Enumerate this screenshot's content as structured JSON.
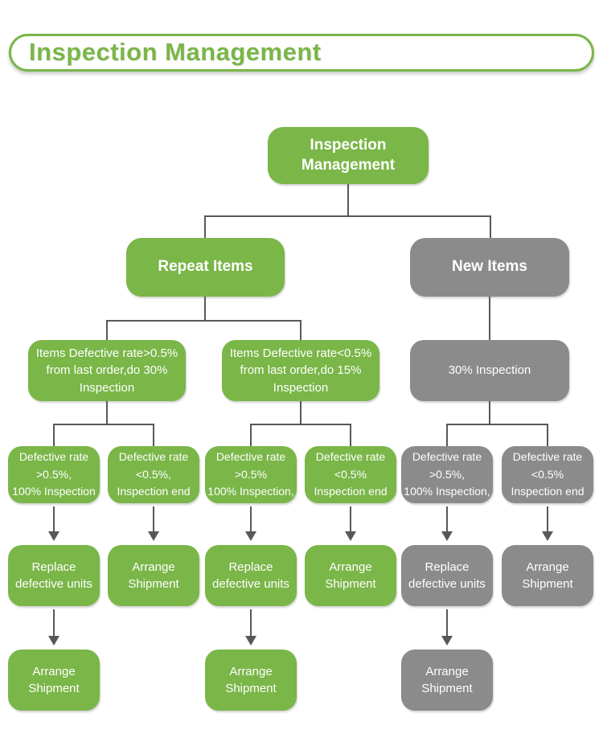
{
  "header": {
    "title": "Inspection Management"
  },
  "colors": {
    "green": "#7ab648",
    "gray": "#8b8b8b",
    "line": "#58585a",
    "nodetext": "#ffffff"
  },
  "nodes": {
    "root": {
      "label": "Inspection\nManagement",
      "variant": "green"
    },
    "l2": [
      {
        "label": "Repeat Items",
        "variant": "green"
      },
      {
        "label": "New Items",
        "variant": "gray"
      }
    ],
    "l3": [
      {
        "label": "Items Defective rate>0.5%\nfrom last order,do 30%\nInspection",
        "variant": "green"
      },
      {
        "label": "Items Defective rate<0.5%\nfrom last order,do 15%\nInspection",
        "variant": "green"
      },
      {
        "label": "30% Inspection",
        "variant": "gray"
      }
    ],
    "l4": [
      {
        "label": "Defective rate\n>0.5%,\n100% Inspection",
        "variant": "green"
      },
      {
        "label": "Defective rate\n<0.5%,\nInspection end",
        "variant": "green"
      },
      {
        "label": "Defective rate\n>0.5%\n100% Inspection,",
        "variant": "green"
      },
      {
        "label": "Defective rate\n<0.5%\nInspection end",
        "variant": "green"
      },
      {
        "label": "Defective rate\n>0.5%,\n100% Inspection,",
        "variant": "gray"
      },
      {
        "label": "Defective rate\n<0.5%\nInspection end",
        "variant": "gray"
      }
    ],
    "l5": [
      {
        "label": "Replace\ndefective units",
        "variant": "green"
      },
      {
        "label": "Arrange\nShipment",
        "variant": "green"
      },
      {
        "label": "Replace\ndefective units",
        "variant": "green"
      },
      {
        "label": "Arrange\nShipment",
        "variant": "green"
      },
      {
        "label": "Replace\ndefective units",
        "variant": "gray"
      },
      {
        "label": "Arrange\nShipment",
        "variant": "gray"
      }
    ],
    "l6": [
      {
        "label": "Arrange\nShipment",
        "variant": "green"
      },
      {
        "label": "Arrange\nShipment",
        "variant": "green"
      },
      {
        "label": "Arrange\nShipment",
        "variant": "gray"
      }
    ]
  }
}
